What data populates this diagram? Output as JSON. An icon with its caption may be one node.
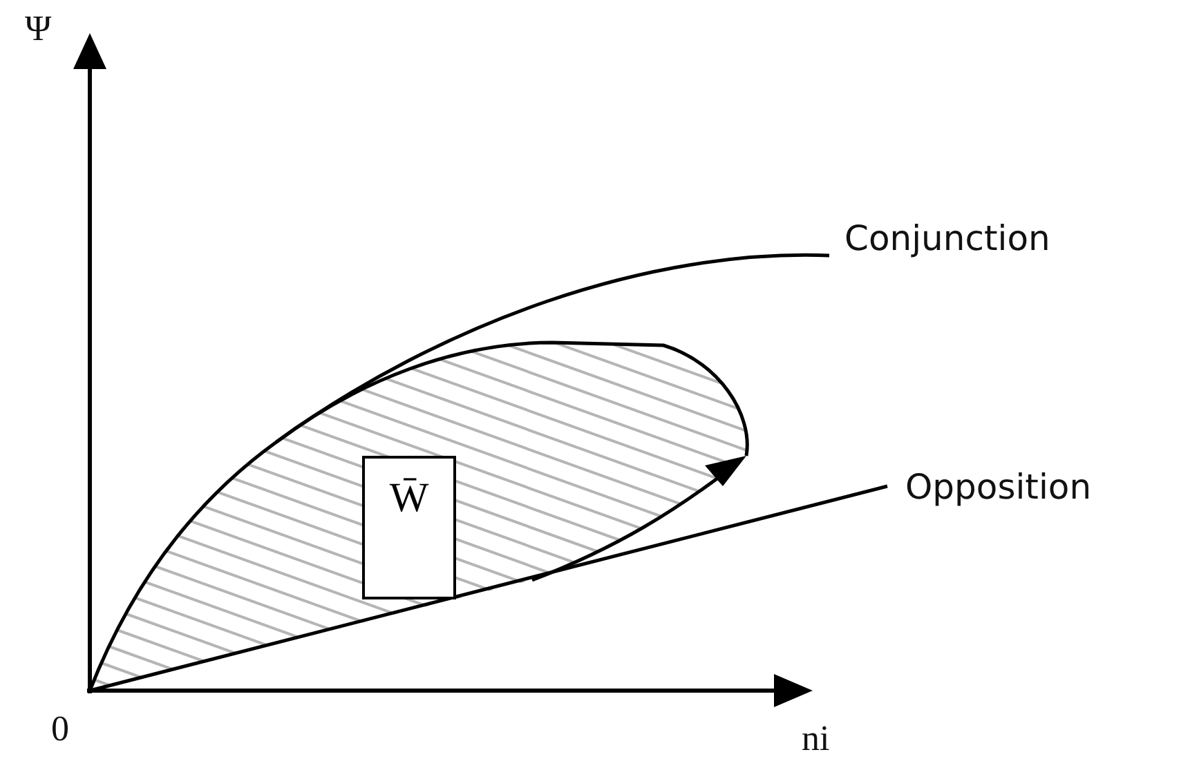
{
  "diagram": {
    "nodes": [
      {
        "text": [
          "W̄"
        ]
      }
    ],
    "labels": [
      "Ψ",
      "Conjunction",
      "Opposition",
      "0",
      "ni"
    ]
  }
}
